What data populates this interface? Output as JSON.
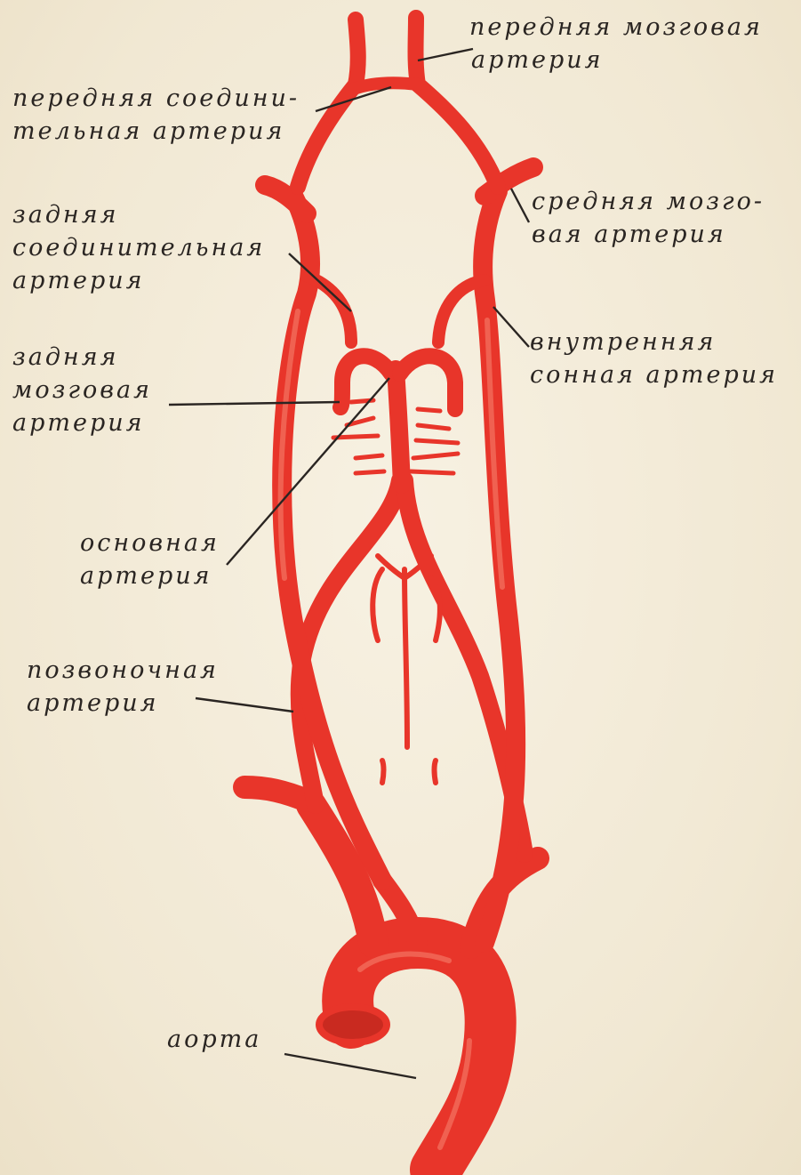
{
  "labels": {
    "anterior_cerebral": [
      "передняя мозговая",
      "артерия"
    ],
    "anterior_communicating": [
      "передняя соедини-",
      "тельная артерия"
    ],
    "posterior_communicating": [
      "задняя",
      "соединительная",
      "артерия"
    ],
    "middle_cerebral": [
      "средняя мозго-",
      "вая артерия"
    ],
    "posterior_cerebral": [
      "задняя",
      "мозговая",
      "артерия"
    ],
    "internal_carotid": [
      "внутренняя",
      "сонная артерия"
    ],
    "basilar": [
      "основная",
      "артерия"
    ],
    "vertebral": [
      "позвоночная",
      "артерия"
    ],
    "aorta": [
      "аорта"
    ]
  },
  "colors": {
    "artery": "#e8352a",
    "artery_dark": "#b8221a",
    "artery_highlight": "#f3705f",
    "leader": "#2a2522",
    "background": "#f3ebd8"
  }
}
